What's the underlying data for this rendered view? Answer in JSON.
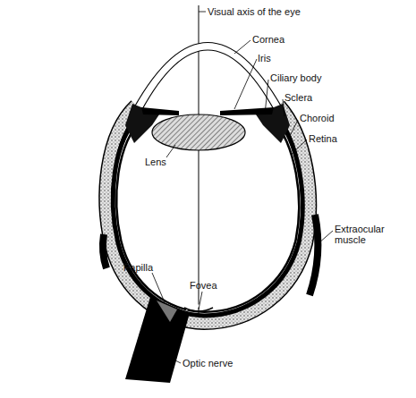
{
  "diagram": {
    "labels": [
      "Visual axis of the eye",
      "Cornea",
      "Iris",
      "Ciliary body",
      "Sclera",
      "Choroid",
      "Retina",
      "Lens",
      "Extraocular muscle",
      "Papilla",
      "Fovea",
      "Optic nerve"
    ]
  }
}
